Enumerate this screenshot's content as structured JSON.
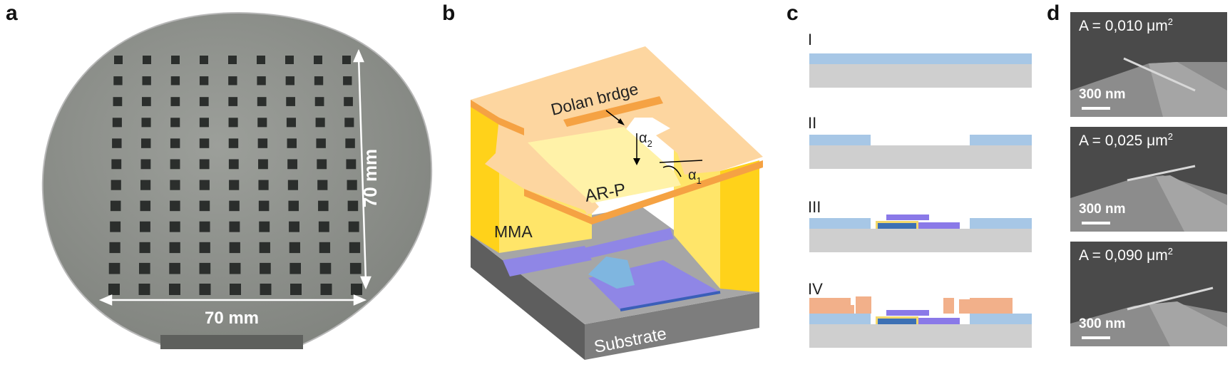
{
  "panels": {
    "a": "a",
    "b": "b",
    "c": "c",
    "d": "d"
  },
  "panel_a": {
    "dim_vertical": "70 mm",
    "dim_horizontal": "70 mm",
    "wafer_color": "#8f928d",
    "grid_rows": 12,
    "grid_cols": 9
  },
  "panel_b": {
    "label_dolan": "Dolan brdge",
    "label_alpha2": "α",
    "label_alpha2_sub": "2",
    "label_alpha1": "α",
    "label_alpha1_sub": "1",
    "label_arp": "AR-P",
    "label_mma": "MMA",
    "label_substrate": "Substrate",
    "colors": {
      "arp": "#fdd6a0",
      "mma": "#ffe155",
      "film": "#8f86e6",
      "substrate": "#9a9a9a"
    }
  },
  "panel_c": {
    "steps": [
      "I",
      "II",
      "III",
      "IV"
    ],
    "colors": {
      "substrate": "#cfcfcf",
      "resist_blue": "#a7c7e6",
      "metal1": "#3c70b4",
      "metal2": "#8a79e8",
      "resist_orange": "#f2b08a"
    }
  },
  "panel_d": {
    "images": [
      {
        "area_prefix": "A = 0,010 μm",
        "area_sup": "2",
        "scale": "300 nm"
      },
      {
        "area_prefix": "A = 0,025 μm",
        "area_sup": "2",
        "scale": "300 nm"
      },
      {
        "area_prefix": "A = 0,090 μm",
        "area_sup": "2",
        "scale": "300 nm"
      }
    ]
  }
}
